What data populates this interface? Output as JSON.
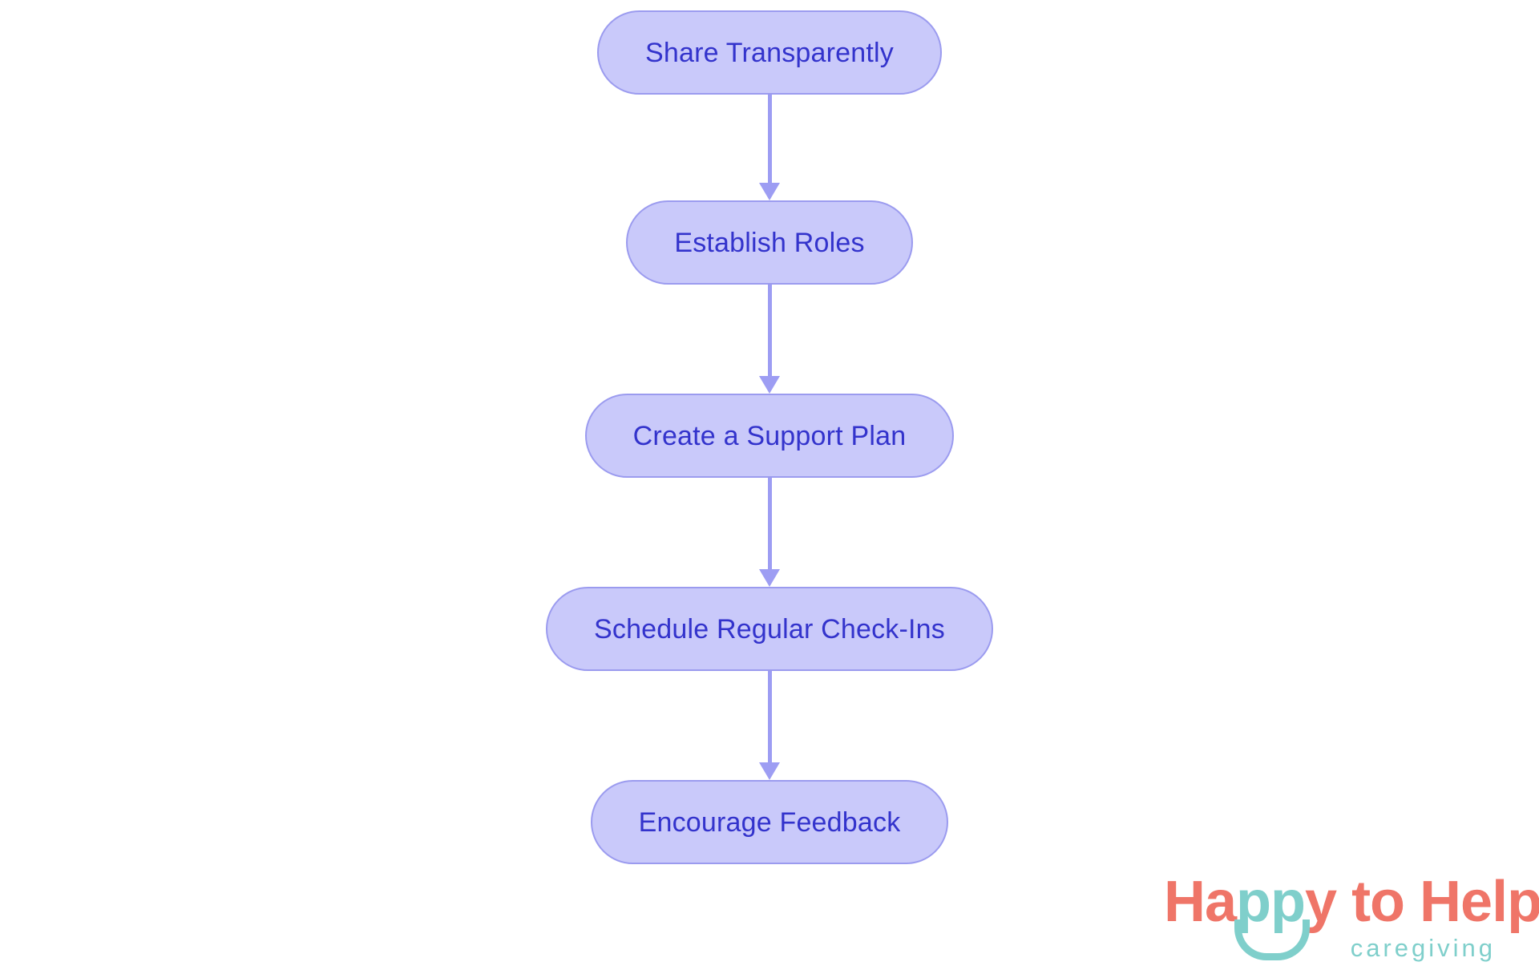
{
  "diagram": {
    "type": "flowchart",
    "orientation": "vertical",
    "background_color": "#ffffff",
    "node_fill": "#c9c9fa",
    "node_border": "#9b9bef",
    "node_text_color": "#3333cc",
    "connector_color": "#9d9df3",
    "nodes": [
      {
        "id": "n1",
        "label": "Share Transparently"
      },
      {
        "id": "n2",
        "label": "Establish Roles"
      },
      {
        "id": "n3",
        "label": "Create a Support Plan"
      },
      {
        "id": "n4",
        "label": "Schedule Regular Check-Ins"
      },
      {
        "id": "n5",
        "label": "Encourage Feedback"
      }
    ],
    "edges": [
      {
        "from": "n1",
        "to": "n2",
        "arrow": "down"
      },
      {
        "from": "n2",
        "to": "n3",
        "arrow": "down"
      },
      {
        "from": "n3",
        "to": "n4",
        "arrow": "down"
      },
      {
        "from": "n4",
        "to": "n5",
        "arrow": "down"
      }
    ]
  },
  "logo": {
    "word_part_1": "Ha",
    "word_part_eyes": "pp",
    "word_part_2": "y to Help",
    "tagline": "caregiving",
    "primary_color": "#ef7568",
    "accent_color": "#7fcfcb"
  }
}
